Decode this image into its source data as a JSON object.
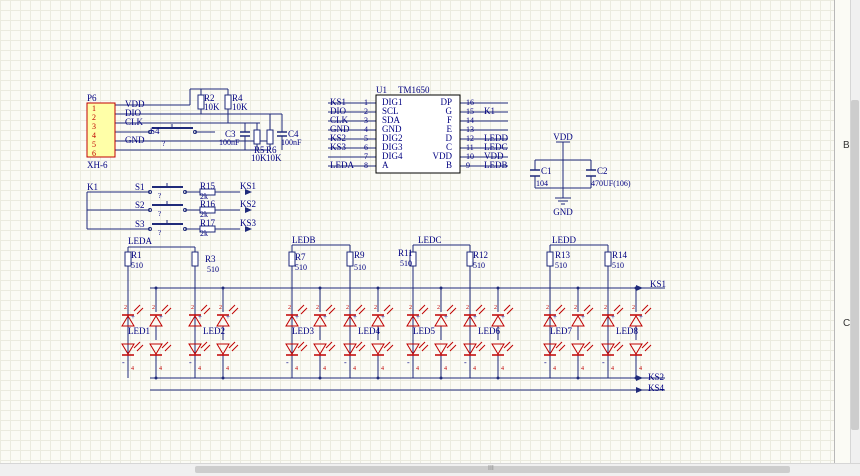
{
  "zones": [
    "B",
    "C"
  ],
  "connector": {
    "ref": "P6",
    "part": "XH-6",
    "pins": [
      "1",
      "2",
      "3",
      "4",
      "5",
      "6"
    ],
    "nets": [
      "VDD",
      "DIO",
      "CLK",
      "GND"
    ]
  },
  "chip": {
    "ref": "U1",
    "part": "TM1650",
    "left_nums": [
      "1",
      "2",
      "3",
      "4",
      "5",
      "6",
      "7",
      "8"
    ],
    "left_pins": [
      "DIG1",
      "SCL",
      "SDA",
      "GND",
      "DIG2",
      "DIG3",
      "DIG4",
      "A"
    ],
    "left_nets": [
      "KS1",
      "DIO",
      "CLK",
      "GND",
      "KS2",
      "KS3",
      "",
      "LEDA"
    ],
    "right_nums": [
      "16",
      "15",
      "14",
      "13",
      "12",
      "11",
      "10",
      "9"
    ],
    "right_pins": [
      "DP",
      "G",
      "F",
      "E",
      "D",
      "C",
      "VDD",
      "B"
    ],
    "right_nets": [
      "",
      "K1",
      "",
      "",
      "LEDD",
      "LEDC",
      "VDD",
      "LEDB"
    ]
  },
  "res": {
    "R2": "R2",
    "R4": "R4",
    "R5": "R5",
    "R6": "R6",
    "v10k": "10K",
    "v2k": "2k",
    "v510": "510",
    "R15": "R15",
    "R16": "R16",
    "R17": "R17",
    "R1": "R1",
    "R3": "R3",
    "R7": "R7",
    "R9": "R9",
    "R11": "R11",
    "R12": "R12",
    "R13": "R13",
    "R14": "R14"
  },
  "caps": {
    "C1": "C1",
    "C2": "C2",
    "C3": "C3",
    "C4": "C4",
    "v104": "104",
    "v470": "470UF(106)",
    "v100nf": "100nF"
  },
  "switches": {
    "S1": "S1",
    "S2": "S2",
    "S3": "S3",
    "S4": "S4",
    "q": "?"
  },
  "power": {
    "vdd": "VDD",
    "gnd": "GND"
  },
  "keys": {
    "k1": "K1",
    "ks1": "KS1",
    "ks2": "KS2",
    "ks3": "KS3",
    "ks4": "KS4"
  },
  "led_nets": [
    "LEDA",
    "LEDB",
    "LEDC",
    "LEDD"
  ],
  "leds": [
    "LED1",
    "LED2",
    "LED3",
    "LED4",
    "LED5",
    "LED6",
    "LED7",
    "LED8"
  ],
  "led_pins": {
    "plus": "+",
    "two": "2",
    "four": "4",
    "minus": "-"
  },
  "scroll": {
    "grip": "III"
  },
  "colors": {
    "wire": "#1f2a7a",
    "part": "#c00000",
    "text": "#000080",
    "pin": "#b22222"
  }
}
